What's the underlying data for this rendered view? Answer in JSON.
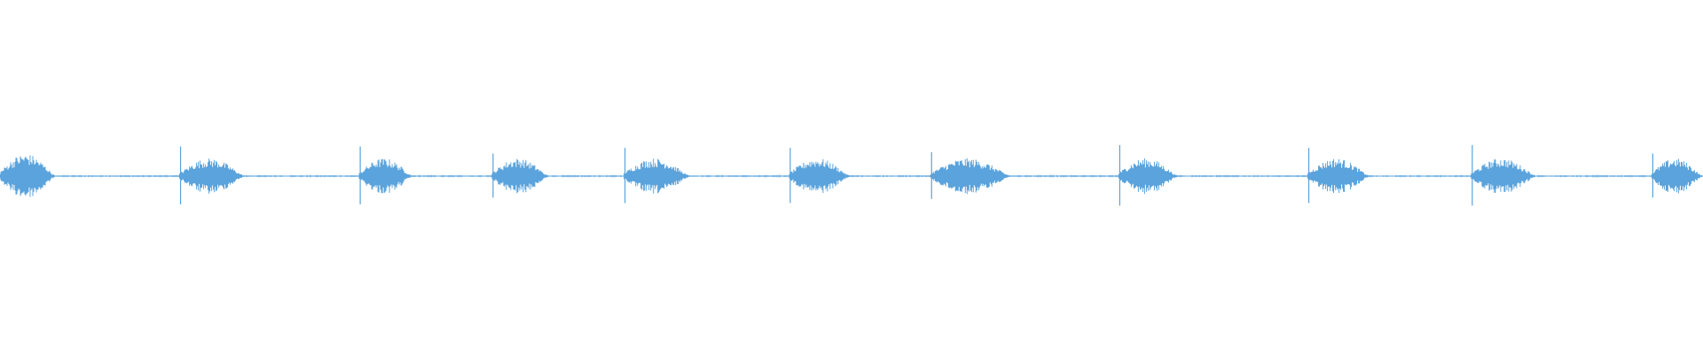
{
  "waveform": {
    "color": "#5aa3dc",
    "background": "#ffffff",
    "transients": [
      {
        "onset": 0.0,
        "end": 0.033,
        "spike": 0.06,
        "body": 0.1
      },
      {
        "onset": 0.1055,
        "end": 0.144,
        "spike": 0.42,
        "body": 0.08
      },
      {
        "onset": 0.211,
        "end": 0.2425,
        "spike": 0.42,
        "body": 0.08
      },
      {
        "onset": 0.289,
        "end": 0.3225,
        "spike": 0.32,
        "body": 0.08
      },
      {
        "onset": 0.3665,
        "end": 0.4055,
        "spike": 0.4,
        "body": 0.08
      },
      {
        "onset": 0.4635,
        "end": 0.4995,
        "spike": 0.4,
        "body": 0.08
      },
      {
        "onset": 0.5465,
        "end": 0.594,
        "spike": 0.34,
        "body": 0.08
      },
      {
        "onset": 0.657,
        "end": 0.692,
        "spike": 0.44,
        "body": 0.08
      },
      {
        "onset": 0.768,
        "end": 0.8045,
        "spike": 0.4,
        "body": 0.08
      },
      {
        "onset": 0.864,
        "end": 0.9025,
        "spike": 0.44,
        "body": 0.08
      },
      {
        "onset": 0.97,
        "end": 1.0,
        "spike": 0.32,
        "body": 0.08
      }
    ],
    "noise_floor": 0.005
  }
}
